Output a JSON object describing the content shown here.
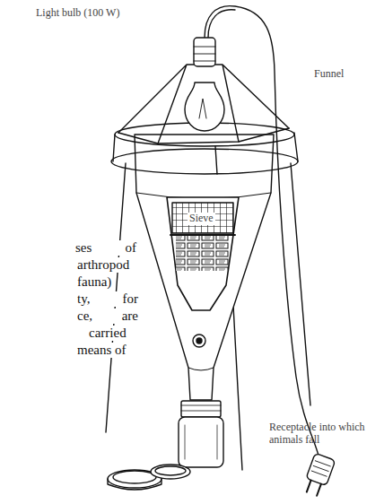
{
  "diagram": {
    "labels": [
      "Light bulb (100 W)",
      "Funnel",
      "Sieve",
      "Receptacle into which animals fall",
      "ses of",
      "arthropod",
      "fauna)",
      "ty, for",
      "ce, are",
      "carried",
      "means of"
    ]
  }
}
